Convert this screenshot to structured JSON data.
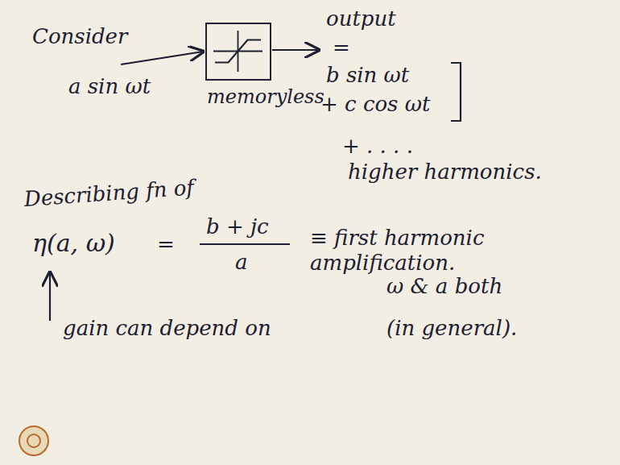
{
  "diagram": {
    "nodes": [
      {
        "text": [
          "memoryless"
        ]
      }
    ],
    "labels": [
      "Consider",
      "a sin ωt",
      "output",
      "=",
      "b sin ωt",
      "+ c cos ωt",
      "+ . . . .",
      "higher harmonics.",
      "Describing fn of",
      "η(a, ω)",
      "=",
      "b + jc",
      "a",
      "≡ first harmonic amplification.",
      "ω & a both",
      "gain can depend on",
      "(in general)."
    ]
  }
}
